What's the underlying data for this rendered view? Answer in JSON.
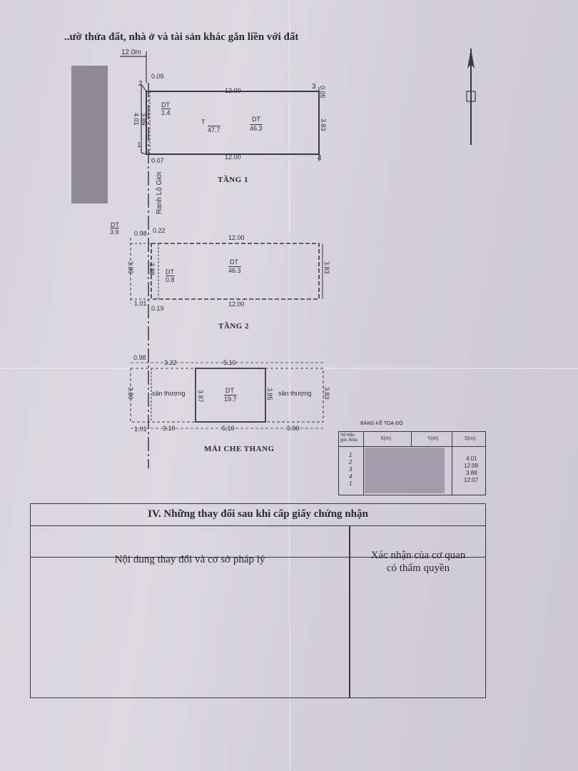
{
  "header": {
    "title": "nhà ở và tài sản khác gắn liền với đất",
    "title_prefix": "..ườ thửa đất,"
  },
  "scale_label": "12.0m",
  "floors": [
    {
      "id": "tang-1",
      "label": "TẦNG 1",
      "dims": {
        "top": "12.00",
        "bottom": "12.00",
        "right": "3.83",
        "left": "4.01",
        "inner_left": "3.89",
        "top_left": "0.09",
        "bottom_left": "0.07",
        "right_top": "0.05"
      },
      "corners": [
        "1",
        "2",
        "3",
        "4"
      ],
      "areas": [
        {
          "label": "DT",
          "value": "1.4"
        },
        {
          "label": "T",
          "value": "47.7"
        },
        {
          "label": "DT",
          "value": "46.3"
        }
      ]
    },
    {
      "id": "tang-2",
      "label": "TẦNG 2",
      "dims": {
        "top": "12.00",
        "bottom": "12.00",
        "right": "3.83",
        "left": "3.89",
        "inner_left": "3.89",
        "top_left1": "0.98",
        "top_left2": "0.22",
        "bottom_left1": "1.01",
        "bottom_left2": "0.19"
      },
      "outside_area": {
        "label": "DT",
        "value": "3.9"
      },
      "areas": [
        {
          "label": "DT",
          "value": "0.8"
        },
        {
          "label": "DT",
          "value": "46.3"
        }
      ]
    },
    {
      "id": "mai-che-thang",
      "label": "MÁI CHE THANG",
      "dims": {
        "top_left": "0.98",
        "top_a": "3.22",
        "top_b": "5.10",
        "bottom_left": "1.01",
        "bottom_a": "3.19",
        "bottom_b": "5.10",
        "bottom_c": "3.90",
        "left": "3.89",
        "inner_a": "3.87",
        "inner_b": "3.85",
        "right": "3.83"
      },
      "terrace_label": "sân thượng",
      "areas": [
        {
          "label": "DT",
          "value": "19.7"
        }
      ]
    }
  ],
  "boundary_label": "Ranh Lộ Giới",
  "coord_table": {
    "title": "BẢNG KÊ TOẠ ĐỘ",
    "headers": [
      "Số hiệu góc thửa",
      "X(m)",
      "Y(m)",
      "S(m)"
    ],
    "rows": [
      {
        "id": "1",
        "s": "4.01"
      },
      {
        "id": "2",
        "s": "12.09"
      },
      {
        "id": "3",
        "s": "3.88"
      },
      {
        "id": "4",
        "s": "12.07"
      },
      {
        "id": "1",
        "s": ""
      }
    ]
  },
  "changes_section": {
    "title": "IV. Những thay đổi sau khi cấp giấy chứng nhận",
    "col_content": "Nội dung thay đổi và cơ sở pháp lý",
    "col_confirm_1": "Xác nhận của cơ quan",
    "col_confirm_2": "có thẩm quyền"
  }
}
